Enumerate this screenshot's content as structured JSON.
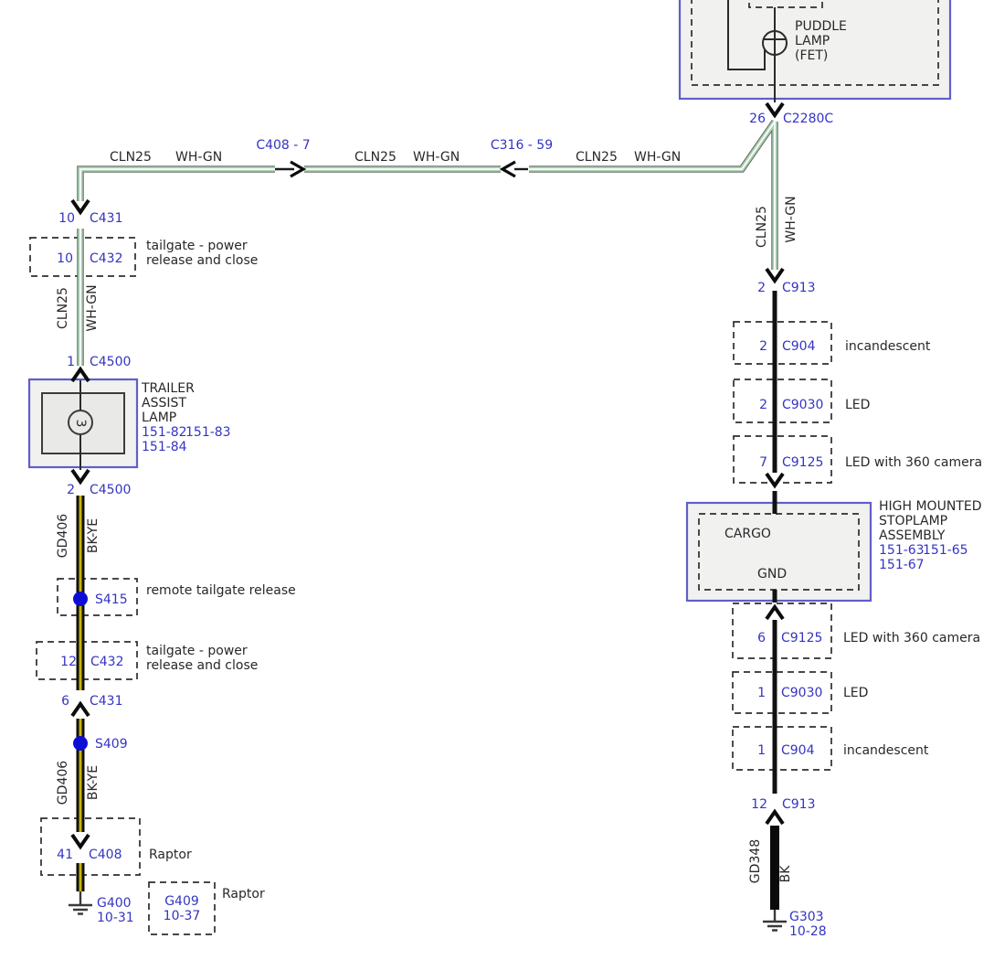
{
  "colors": {
    "link_blue": "#3434c4",
    "label_black": "#28282c",
    "component_border": "#5f5fc8",
    "component_fill": "#f1f1ef",
    "wire_green": "#a9d5b3",
    "wire_yellow": "#c9b300",
    "wire_black": "#101010",
    "splice_blue": "#0d0dd6"
  },
  "puddle": {
    "name": [
      "PUDDLE",
      "LAMP",
      "(FET)"
    ],
    "connector": {
      "pin": "26",
      "name": "C2280C"
    }
  },
  "bus": {
    "seg1": {
      "circuit": "CLN25",
      "wire_color": "WH-GN"
    },
    "inline1": "C408 - 7",
    "seg2": {
      "circuit": "CLN25",
      "wire_color": "WH-GN"
    },
    "inline2": "C316 - 59",
    "seg3": {
      "circuit": "CLN25",
      "wire_color": "WH-GN"
    },
    "right_drop": {
      "circuit": "CLN25",
      "wire_color": "WH-GN"
    },
    "left_drop": {
      "circuit": "CLN25",
      "wire_color": "WH-GN"
    }
  },
  "left": {
    "c431_top": {
      "pin": "10",
      "name": "C431"
    },
    "c432_top": {
      "pin": "10",
      "name": "C432",
      "desc1": "tailgate - power",
      "desc2": "release and close"
    },
    "c4500_in": {
      "pin": "1",
      "name": "C4500"
    },
    "trailer": {
      "name": [
        "TRAILER",
        "ASSIST",
        "LAMP"
      ],
      "refs_row1": [
        "151-82",
        "151-83"
      ],
      "refs_row2": "151-84",
      "bulb_glyph": "3"
    },
    "c4500_out": {
      "pin": "2",
      "name": "C4500"
    },
    "wire_upper": {
      "circuit": "GD406",
      "wire_color": "BK-YE"
    },
    "s415": {
      "name": "S415",
      "desc": "remote tailgate release"
    },
    "c432_low": {
      "pin": "12",
      "name": "C432",
      "desc1": "tailgate - power",
      "desc2": "release and close"
    },
    "c431_low": {
      "pin": "6",
      "name": "C431"
    },
    "s409": {
      "name": "S409"
    },
    "wire_lower": {
      "circuit": "GD406",
      "wire_color": "BK-YE"
    },
    "c408": {
      "pin": "41",
      "name": "C408",
      "desc": "Raptor"
    },
    "g400": {
      "name": "G400",
      "page": "10-31"
    },
    "g409": {
      "name": "G409",
      "page": "10-37",
      "desc": "Raptor"
    }
  },
  "right": {
    "c913_top": {
      "pin": "2",
      "name": "C913"
    },
    "opt_top": [
      {
        "pin": "2",
        "name": "C904",
        "desc": "incandescent"
      },
      {
        "pin": "2",
        "name": "C9030",
        "desc": "LED"
      },
      {
        "pin": "7",
        "name": "C9125",
        "desc": "LED with 360 camera"
      }
    ],
    "cargo": {
      "pin_top": "CARGO",
      "pin_bottom": "GND"
    },
    "stoplamp": {
      "name": [
        "HIGH MOUNTED",
        "STOPLAMP",
        "ASSEMBLY"
      ],
      "refs_row1": [
        "151-63",
        "151-65"
      ],
      "refs_row2": "151-67"
    },
    "opt_bottom": [
      {
        "pin": "6",
        "name": "C9125",
        "desc": "LED with 360 camera"
      },
      {
        "pin": "1",
        "name": "C9030",
        "desc": "LED"
      },
      {
        "pin": "1",
        "name": "C904",
        "desc": "incandescent"
      }
    ],
    "c913_bottom": {
      "pin": "12",
      "name": "C913"
    },
    "ground_wire": {
      "circuit": "GD348",
      "wire_color": "BK"
    },
    "g303": {
      "name": "G303",
      "page": "10-28"
    }
  }
}
